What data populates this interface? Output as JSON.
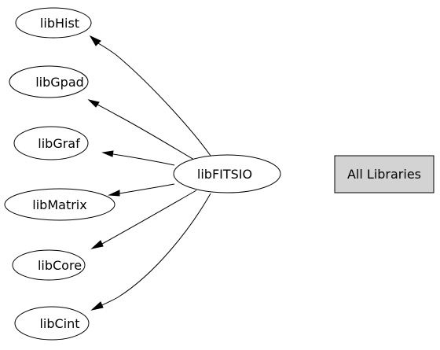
{
  "diagram": {
    "center": {
      "id": "libFITSIO",
      "label": "libFITSIO"
    },
    "dependencies": [
      {
        "id": "libHist",
        "label": "libHist"
      },
      {
        "id": "libGpad",
        "label": "libGpad"
      },
      {
        "id": "libGraf",
        "label": "libGraf"
      },
      {
        "id": "libMatrix",
        "label": "libMatrix"
      },
      {
        "id": "libCore",
        "label": "libCore"
      },
      {
        "id": "libCint",
        "label": "libCint"
      }
    ],
    "edges": [
      {
        "from": "libFITSIO",
        "to": "libHist"
      },
      {
        "from": "libFITSIO",
        "to": "libGpad"
      },
      {
        "from": "libFITSIO",
        "to": "libGraf"
      },
      {
        "from": "libFITSIO",
        "to": "libMatrix"
      },
      {
        "from": "libFITSIO",
        "to": "libCore"
      },
      {
        "from": "libFITSIO",
        "to": "libCint"
      }
    ],
    "all_libraries": {
      "label": "All Libraries"
    },
    "colors": {
      "node_fill": "#ffffff",
      "stroke": "#000000",
      "legend_fill": "#d3d3d3"
    }
  }
}
